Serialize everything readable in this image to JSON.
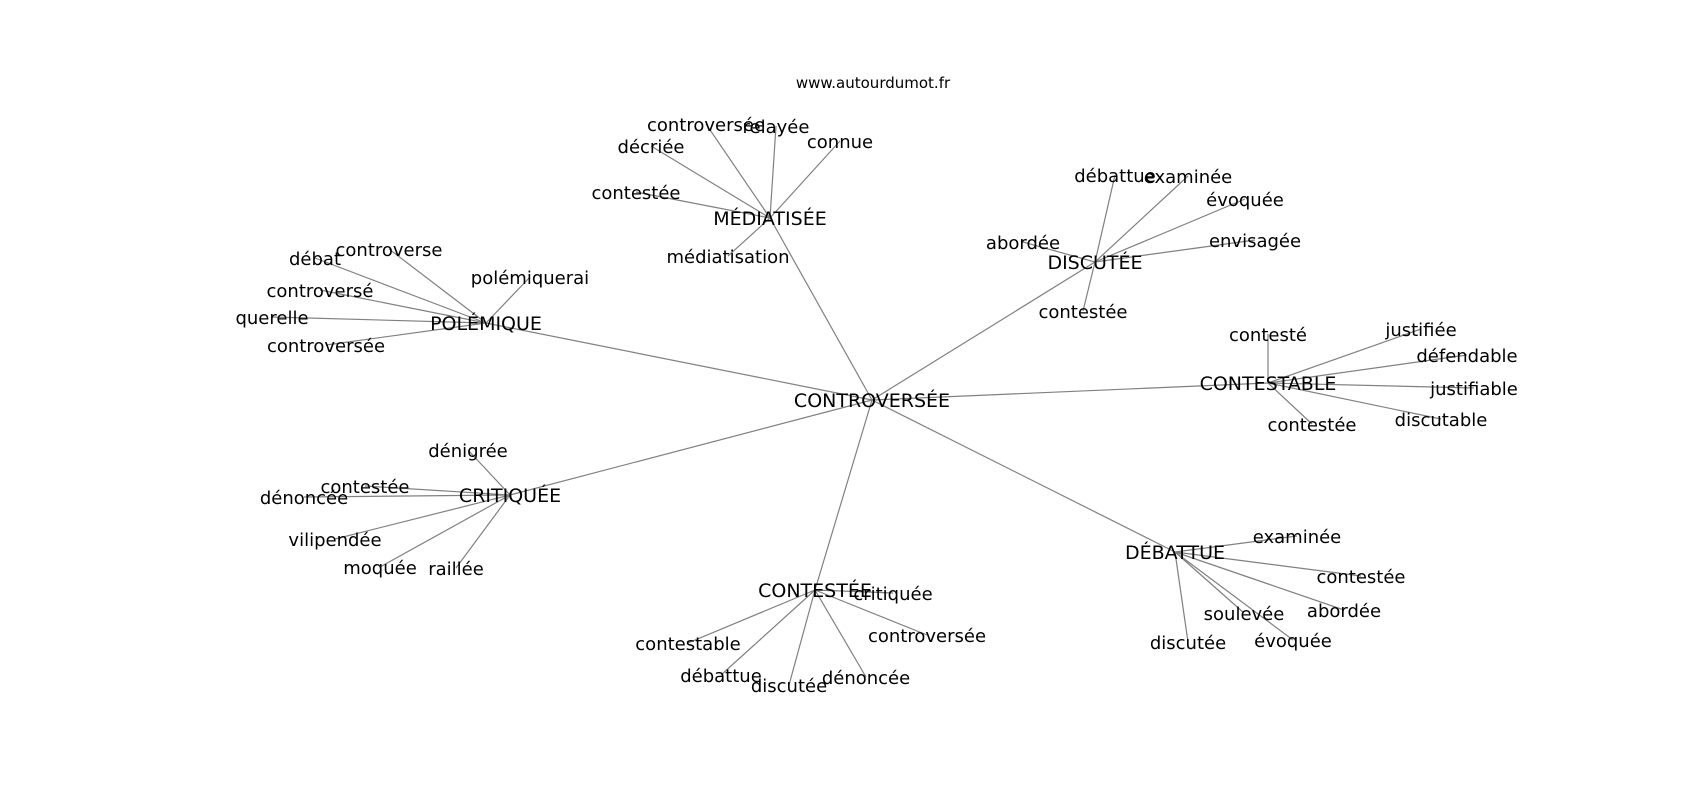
{
  "watermark": "www.autourdumot.fr",
  "root": "CONTROVERSÉE",
  "clusters": [
    {
      "hub": "MÉDIATISÉE",
      "leaves": [
        "controversée",
        "relayée",
        "décriée",
        "connue",
        "contestée",
        "médiatisation"
      ]
    },
    {
      "hub": "DISCUTÉE",
      "leaves": [
        "débattue",
        "examinée",
        "évoquée",
        "abordée",
        "envisagée",
        "contestée"
      ]
    },
    {
      "hub": "POLÉMIQUE",
      "leaves": [
        "débat",
        "controverse",
        "polémiquerai",
        "controversé",
        "querelle",
        "controversée"
      ]
    },
    {
      "hub": "CONTESTABLE",
      "leaves": [
        "contesté",
        "justifiée",
        "défendable",
        "justifiable",
        "contestée",
        "discutable"
      ]
    },
    {
      "hub": "CRITIQUÉE",
      "leaves": [
        "dénigrée",
        "contestée",
        "dénoncée",
        "vilipendée",
        "moquée",
        "raillée"
      ]
    },
    {
      "hub": "CONTESTÉE",
      "leaves": [
        "critiquée",
        "contestable",
        "controversée",
        "débattue",
        "discutée",
        "dénoncée"
      ]
    },
    {
      "hub": "DÉBATTUE",
      "leaves": [
        "examinée",
        "contestée",
        "soulevée",
        "abordée",
        "discutée",
        "évoquée"
      ]
    }
  ]
}
